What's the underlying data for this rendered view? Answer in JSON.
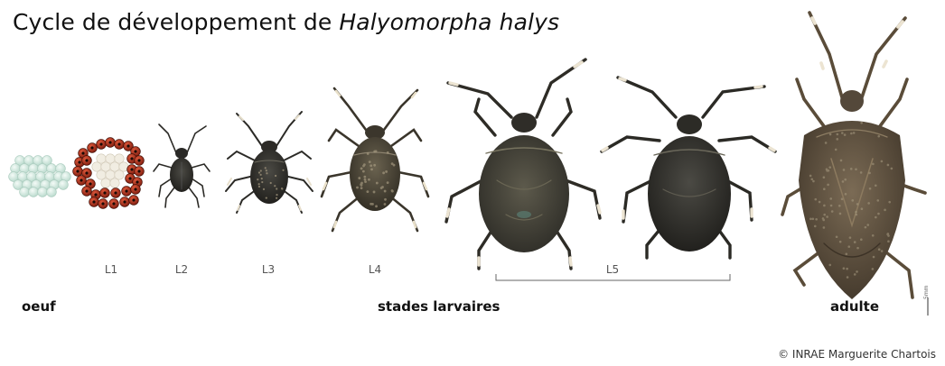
{
  "title": {
    "prefix": "Cycle de développement de ",
    "species": "Halyomorpha halys"
  },
  "stage_labels": {
    "l1": "L1",
    "l2": "L2",
    "l3": "L3",
    "l4": "L4",
    "l5": "L5"
  },
  "group_labels": {
    "egg": "oeuf",
    "larval": "stades larvaires",
    "adult": "adulte"
  },
  "scale_label": "5mm",
  "copyright": "© INRAE Marguerite Chartois",
  "colors": {
    "egg": "#d6ece4",
    "egg_hatched": "#b5331f",
    "nymph_dark": "#2f2e2a",
    "nymph_mid": "#4a463b",
    "adult": "#5b4d3c",
    "leg_band": "#e8e0cf"
  }
}
